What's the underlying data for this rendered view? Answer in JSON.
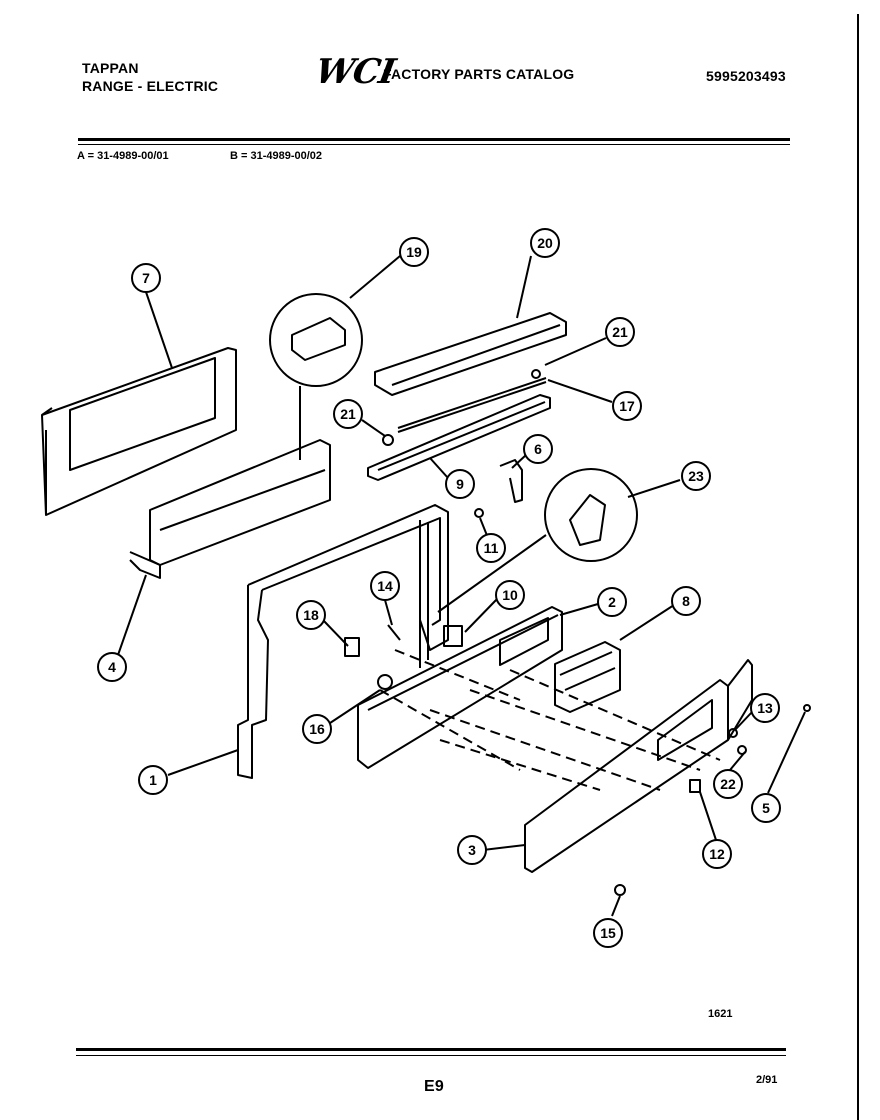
{
  "header": {
    "brand": "TAPPAN",
    "product": "RANGE - ELECTRIC",
    "logo_text": "WCI",
    "catalog_title": "FACTORY PARTS CATALOG",
    "catalog_number": "5995203493"
  },
  "models": {
    "a": "A = 31-4989-00/01",
    "b": "B = 31-4989-00/02"
  },
  "diagram": {
    "callouts": [
      {
        "id": "c1",
        "label": "1"
      },
      {
        "id": "c2",
        "label": "2"
      },
      {
        "id": "c3",
        "label": "3"
      },
      {
        "id": "c4",
        "label": "4"
      },
      {
        "id": "c5",
        "label": "5"
      },
      {
        "id": "c6",
        "label": "6"
      },
      {
        "id": "c7",
        "label": "7"
      },
      {
        "id": "c8",
        "label": "8"
      },
      {
        "id": "c9",
        "label": "9"
      },
      {
        "id": "c10",
        "label": "10"
      },
      {
        "id": "c11",
        "label": "11"
      },
      {
        "id": "c12",
        "label": "12"
      },
      {
        "id": "c13",
        "label": "13"
      },
      {
        "id": "c14",
        "label": "14"
      },
      {
        "id": "c15",
        "label": "15"
      },
      {
        "id": "c16",
        "label": "16"
      },
      {
        "id": "c17",
        "label": "17"
      },
      {
        "id": "c18",
        "label": "18"
      },
      {
        "id": "c19",
        "label": "19"
      },
      {
        "id": "c20",
        "label": "20"
      },
      {
        "id": "c21a",
        "label": "21"
      },
      {
        "id": "c21b",
        "label": "21"
      },
      {
        "id": "c22",
        "label": "22"
      },
      {
        "id": "c23",
        "label": "23"
      }
    ],
    "drawing_number": "1621"
  },
  "footer": {
    "page_code": "E9",
    "date": "2/91"
  }
}
